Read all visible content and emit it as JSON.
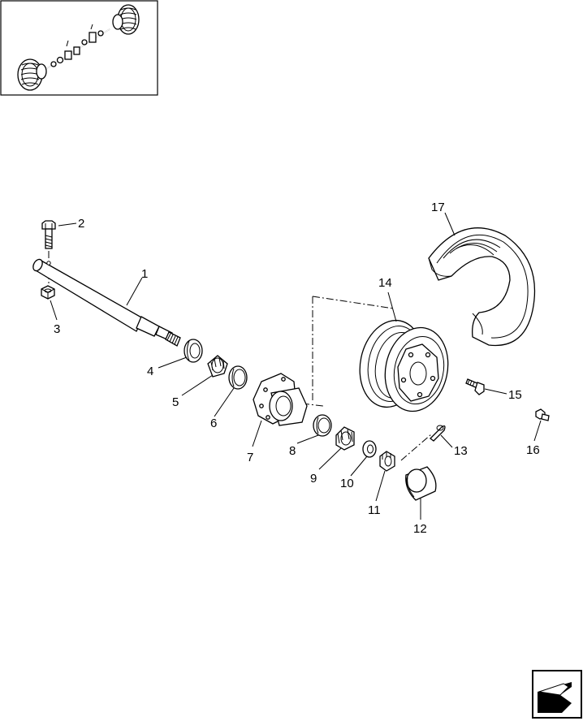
{
  "callouts": {
    "c1": "1",
    "c2": "2",
    "c3": "3",
    "c4": "4",
    "c5": "5",
    "c6": "6",
    "c7": "7",
    "c8": "8",
    "c9": "9",
    "c10": "10",
    "c11": "11",
    "c12": "12",
    "c13": "13",
    "c14": "14",
    "c15": "15",
    "c16": "16",
    "c17": "17"
  },
  "icons": {
    "overview": "axle-assembly-thumbnail",
    "navigation": "next-page-arrow-icon"
  }
}
